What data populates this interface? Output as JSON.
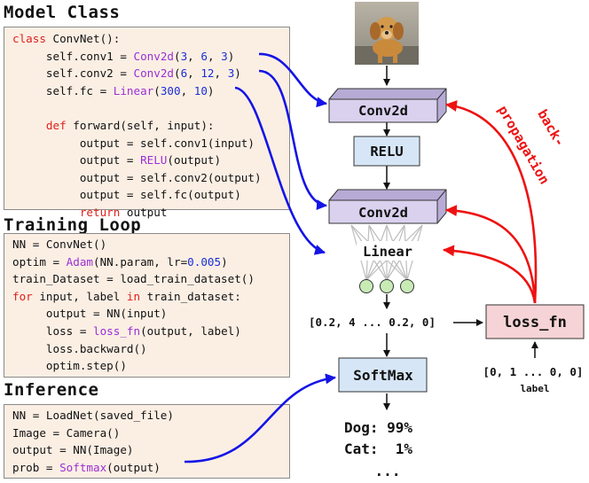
{
  "titles": {
    "model_class": "Model Class",
    "training_loop": "Training Loop",
    "inference": "Inference"
  },
  "model_code": [
    [
      {
        "t": "class",
        "c": "kw"
      },
      {
        "t": " ConvNet():"
      }
    ],
    [
      {
        "t": "     self.conv1 = "
      },
      {
        "t": "Conv2d",
        "c": "fn"
      },
      {
        "t": "("
      },
      {
        "t": "3",
        "c": "num"
      },
      {
        "t": ", "
      },
      {
        "t": "6",
        "c": "num"
      },
      {
        "t": ", "
      },
      {
        "t": "3",
        "c": "num"
      },
      {
        "t": ")"
      }
    ],
    [
      {
        "t": "     self.conv2 = "
      },
      {
        "t": "Conv2d",
        "c": "fn"
      },
      {
        "t": "("
      },
      {
        "t": "6",
        "c": "num"
      },
      {
        "t": ", "
      },
      {
        "t": "12",
        "c": "num"
      },
      {
        "t": ", "
      },
      {
        "t": "3",
        "c": "num"
      },
      {
        "t": ")"
      }
    ],
    [
      {
        "t": "     self.fc = "
      },
      {
        "t": "Linear",
        "c": "fn"
      },
      {
        "t": "("
      },
      {
        "t": "300",
        "c": "num"
      },
      {
        "t": ", "
      },
      {
        "t": "10",
        "c": "num"
      },
      {
        "t": ")"
      }
    ],
    [
      {
        "t": ""
      }
    ],
    [
      {
        "t": "     "
      },
      {
        "t": "def",
        "c": "kw"
      },
      {
        "t": " forward(self, input):"
      }
    ],
    [
      {
        "t": "          output = self.conv1(input)"
      }
    ],
    [
      {
        "t": "          output = "
      },
      {
        "t": "RELU",
        "c": "fn"
      },
      {
        "t": "(output)"
      }
    ],
    [
      {
        "t": "          output = self.conv2(output)"
      }
    ],
    [
      {
        "t": "          output = self.fc(output)"
      }
    ],
    [
      {
        "t": "          "
      },
      {
        "t": "return",
        "c": "kw"
      },
      {
        "t": " output"
      }
    ]
  ],
  "training_code": [
    [
      {
        "t": "NN = ConvNet()"
      }
    ],
    [
      {
        "t": "optim = "
      },
      {
        "t": "Adam",
        "c": "fn"
      },
      {
        "t": "(NN.param, lr="
      },
      {
        "t": "0.005",
        "c": "num"
      },
      {
        "t": ")"
      }
    ],
    [
      {
        "t": "train_Dataset = load_train_dataset()"
      }
    ],
    [
      {
        "t": "for",
        "c": "kw"
      },
      {
        "t": " input, label "
      },
      {
        "t": "in",
        "c": "kw"
      },
      {
        "t": " train_dataset:"
      }
    ],
    [
      {
        "t": "     output = NN(input)"
      }
    ],
    [
      {
        "t": "     loss = "
      },
      {
        "t": "loss_fn",
        "c": "fn"
      },
      {
        "t": "(output, label)"
      }
    ],
    [
      {
        "t": "     loss.backward()"
      }
    ],
    [
      {
        "t": "     optim.step()"
      }
    ]
  ],
  "inference_code": [
    [
      {
        "t": "NN = LoadNet(saved_file)"
      }
    ],
    [
      {
        "t": "Image = Camera()"
      }
    ],
    [
      {
        "t": "output = NN(Image)"
      }
    ],
    [
      {
        "t": "prob = "
      },
      {
        "t": "Softmax",
        "c": "fn"
      },
      {
        "t": "(output)"
      }
    ]
  ],
  "diagram": {
    "conv1_label": "Conv2d",
    "relu_label": "RELU",
    "conv2_label": "Conv2d",
    "linear_label": "Linear",
    "softmax_label": "SoftMax",
    "loss_label": "loss_fn",
    "output_vector": "[0.2, 4 ... 0.2, 0]",
    "label_vector": "[0, 1 ... 0, 0]",
    "label_caption": "label",
    "backprop_line1": "back-",
    "backprop_line2": "propagation",
    "result_dog": "Dog: 99%",
    "result_cat": "Cat:  1%",
    "result_more": "...",
    "colors": {
      "purple_box": "#d9d1ee",
      "blue_box": "#d6e6f6",
      "pink_box": "#f6d3d6",
      "node": "#c8ebb6",
      "blue_arrow": "#1414e6",
      "red_arrow": "#ee1111"
    }
  }
}
